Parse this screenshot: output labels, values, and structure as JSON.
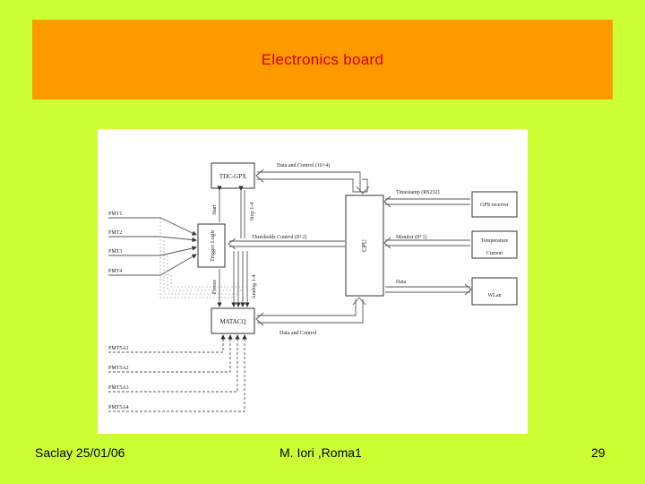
{
  "slide": {
    "title": "Electronics board",
    "footer_left": "Saclay 25/01/06",
    "footer_center": "M. Iori ,Roma1",
    "footer_right": "29"
  },
  "colors": {
    "background": "#ccff33",
    "title_bar": "#ff9900",
    "title_text": "#cc0000"
  },
  "diagram": {
    "blocks": {
      "tdc": "TDC-GPX",
      "matacq": "MATACQ",
      "trigger": "Trigger Logic",
      "cpu": "CPU",
      "gps": "GPS receiver",
      "temperature": "Temperature",
      "current": "Current",
      "wlan": "WLan"
    },
    "signals": {
      "start": "Start",
      "stop": "Stop 1-4",
      "freeze": "Freeze",
      "analog": "Analog 1-4"
    },
    "connections": {
      "tdc_cpu": "Data and Control (16+4)",
      "thresholds": "Thresholds Control (8+2)",
      "matacq_cpu": "Data and Control",
      "timestamp": "Timestamp (RS232)",
      "monitor": "Monitor (8+1)",
      "data": "Data"
    },
    "inputs": {
      "pmt": [
        "PMT1",
        "PMT2",
        "PMT3",
        "PMT4"
      ],
      "pmt5a": [
        "PMT5A1",
        "PMT5A2",
        "PMT5A3",
        "PMT5A4"
      ]
    }
  }
}
